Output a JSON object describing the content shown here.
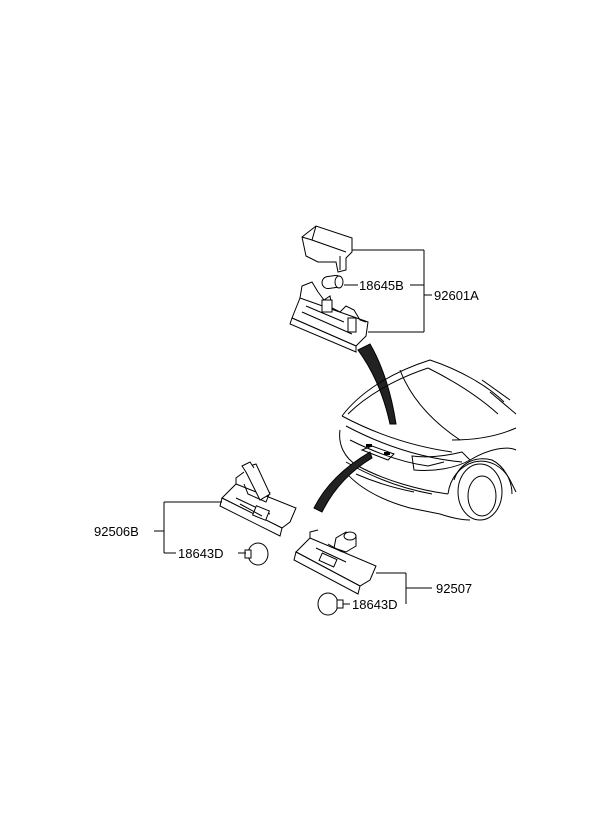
{
  "callouts": {
    "p92601A": "92601A",
    "p18645B": "18645B",
    "p92506B": "92506B",
    "p18643D_left": "18643D",
    "p18643D_right": "18643D",
    "p92507": "92507"
  }
}
